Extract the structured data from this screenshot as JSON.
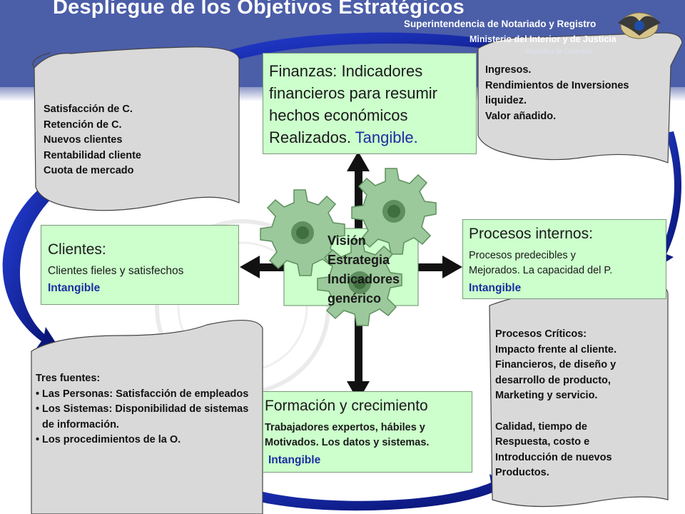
{
  "header": {
    "title": "Despliegue de los Objetivos Estratégicos",
    "org_line1": "Superintendencia de Notariado y Registro",
    "org_line2": "Ministerio del Interior y de Justicia",
    "org_line3": "República de Colombia"
  },
  "finanzas": {
    "line1": "Finanzas: Indicadores",
    "line2": "financieros para resumir",
    "line3": "hechos económicos",
    "line4": "Realizados.",
    "tag": "Tangible."
  },
  "finanzas_scroll": [
    "Ingresos.",
    "Rendimientos de Inversiones",
    "liquidez.",
    "Valor añadido."
  ],
  "clientes_scroll": [
    "Satisfacción de C.",
    "Retención de C.",
    "Nuevos clientes",
    "Rentabilidad cliente",
    "Cuota de mercado"
  ],
  "clientes": {
    "title": "Clientes:",
    "desc": "Clientes fieles y satisfechos",
    "tag": "Intangible"
  },
  "procesos": {
    "title": "Procesos internos:",
    "line1": "Procesos predecibles y",
    "line2": "Mejorados. La capacidad del P.",
    "tag": "Intangible"
  },
  "center": {
    "items": [
      "Visión",
      "Estrategia",
      "Indicadores",
      "genérico"
    ]
  },
  "formacion_scroll": {
    "intro": "Tres fuentes:",
    "bullets": [
      "Las Personas: Satisfacción de empleados",
      "Los Sistemas: Disponibilidad de sistemas de información.",
      "Los procedimientos de la O."
    ]
  },
  "formacion": {
    "title": "Formación y crecimiento",
    "line1": "Trabajadores expertos, hábiles y",
    "line2": "Motivados. Los datos y sistemas.",
    "tag": "Intangible"
  },
  "procesos_scroll": {
    "group1": [
      "Procesos Críticos:",
      "Impacto frente al cliente.",
      "Financieros, de diseño y",
      "desarrollo de producto,",
      "Marketing y servicio."
    ],
    "group2": [
      "Calidad, tiempo de",
      "Respuesta, costo e",
      "Introducción de nuevos",
      "Productos."
    ]
  },
  "colors": {
    "header_band": "#4b5ea8",
    "box_fill": "#ccffcc",
    "scroll_fill": "#d9d9d9",
    "arrow_blue": "#0c1a9e",
    "gear_green": "#9bc99b",
    "tag_blue": "#1c2fa0"
  }
}
